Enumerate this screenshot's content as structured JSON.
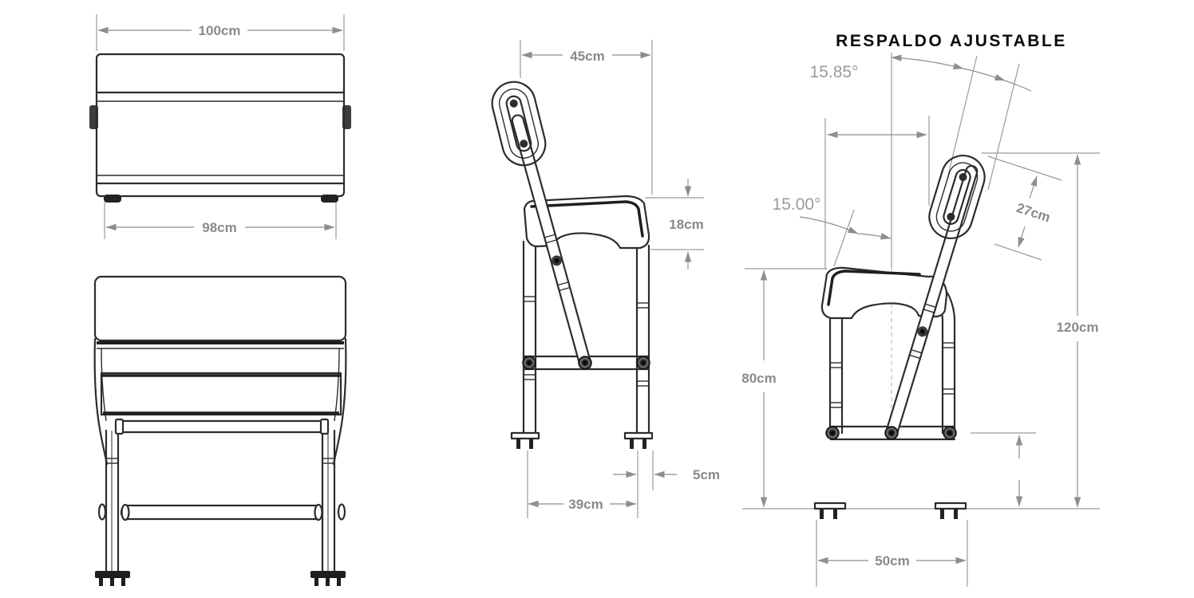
{
  "colors": {
    "background": "#ffffff",
    "drawing_line": "#2c2c2c",
    "dimension_line": "#8e8e8e",
    "dimension_text": "#8a8a8a",
    "angle_text": "#9b9b9b",
    "title_text": "#0a0a0a"
  },
  "views": {
    "rear_top": {
      "label_width_top": "100cm",
      "label_width_bottom": "98cm"
    },
    "front_bottom": {},
    "side_profile": {
      "label_seat_depth": "45cm",
      "label_seat_thickness": "18cm",
      "label_foot_width": "5cm",
      "label_leg_spread": "39cm"
    },
    "side_adjustable": {
      "heading": "RESPALDO AJUSTABLE",
      "label_recline_angle": "15.85°",
      "label_base_angle": "15.00°",
      "label_backrest_length": "27cm",
      "label_total_height": "120cm",
      "label_seat_height": "80cm",
      "label_foot_spread": "50cm"
    }
  }
}
